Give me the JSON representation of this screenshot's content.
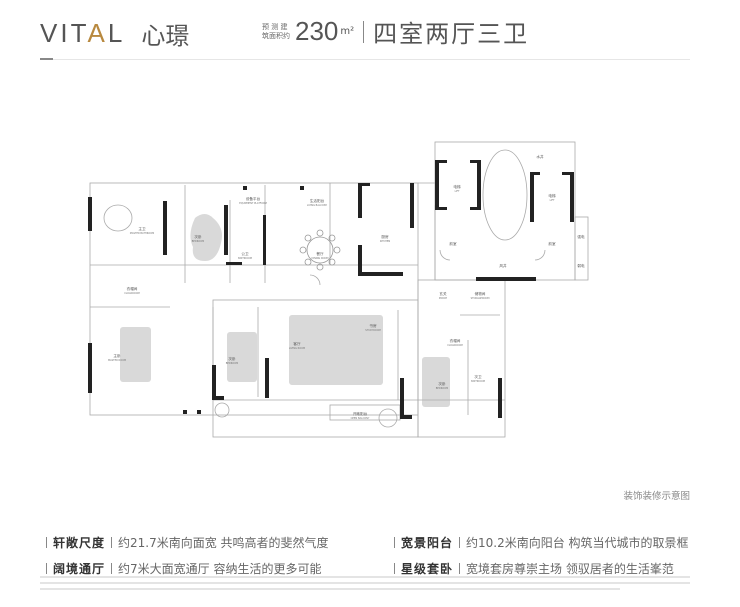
{
  "header": {
    "brand_pre": "VIT",
    "brand_a": "A",
    "brand_post": "L",
    "brand_cn": "心璟",
    "area_label": "预 测 建筑面积约",
    "area_value": "230",
    "area_unit": "m²",
    "layout": "四室两厅三卫"
  },
  "plan": {
    "rooms": [
      {
        "cn": "主卫",
        "en": "MASTER BATHROOM"
      },
      {
        "cn": "次卧",
        "en": "BEDROOM"
      },
      {
        "cn": "设备平台",
        "en": "EQUIPMENT PLATFORM"
      },
      {
        "cn": "生活阳台",
        "en": "LIVING BALCONY"
      },
      {
        "cn": "公卫",
        "en": "BATHROOM"
      },
      {
        "cn": "餐厅",
        "en": "DINING ROOM"
      },
      {
        "cn": "厨房",
        "en": "KITCHEN"
      },
      {
        "cn": "电梯",
        "en": "LIFT"
      },
      {
        "cn": "电梯",
        "en": "LIFT"
      },
      {
        "cn": "前室",
        "en": ""
      },
      {
        "cn": "前室",
        "en": ""
      },
      {
        "cn": "风井",
        "en": ""
      },
      {
        "cn": "强电",
        "en": ""
      },
      {
        "cn": "弱电",
        "en": ""
      },
      {
        "cn": "衣帽间",
        "en": "CLOAKROOM"
      },
      {
        "cn": "主卧",
        "en": "MASTER ROOM"
      },
      {
        "cn": "次卧",
        "en": "BEDROOM"
      },
      {
        "cn": "客厅",
        "en": "LIVING ROOM"
      },
      {
        "cn": "书房",
        "en": "STUDYROOM"
      },
      {
        "cn": "玄关",
        "en": "PORCH"
      },
      {
        "cn": "储物间",
        "en": "STORAGEROOM"
      },
      {
        "cn": "衣帽间",
        "en": "CLOAKROOM"
      },
      {
        "cn": "次卧",
        "en": "BEDROOM"
      },
      {
        "cn": "次卫",
        "en": "BATHROOM"
      },
      {
        "cn": "开敞阳台",
        "en": "OPEN BALCONY"
      },
      {
        "cn": "水井",
        "en": ""
      }
    ],
    "caption": "装饰装修示意图"
  },
  "features": [
    {
      "title": "轩敞尺度",
      "desc": "约21.7米南向面宽 共鸣高者的斐然气度"
    },
    {
      "title": "宽景阳台",
      "desc": "约10.2米南向阳台 构筑当代城市的取景框"
    },
    {
      "title": "阔境通厅",
      "desc": "约7米大面宽通厅 容纳生活的更多可能"
    },
    {
      "title": "星级套卧",
      "desc": "宽境套房尊崇主场 领驭居者的生活峯范"
    }
  ],
  "colors": {
    "accent": "#b8893f",
    "wall": "#222222",
    "rug": "#d9d9d9"
  }
}
